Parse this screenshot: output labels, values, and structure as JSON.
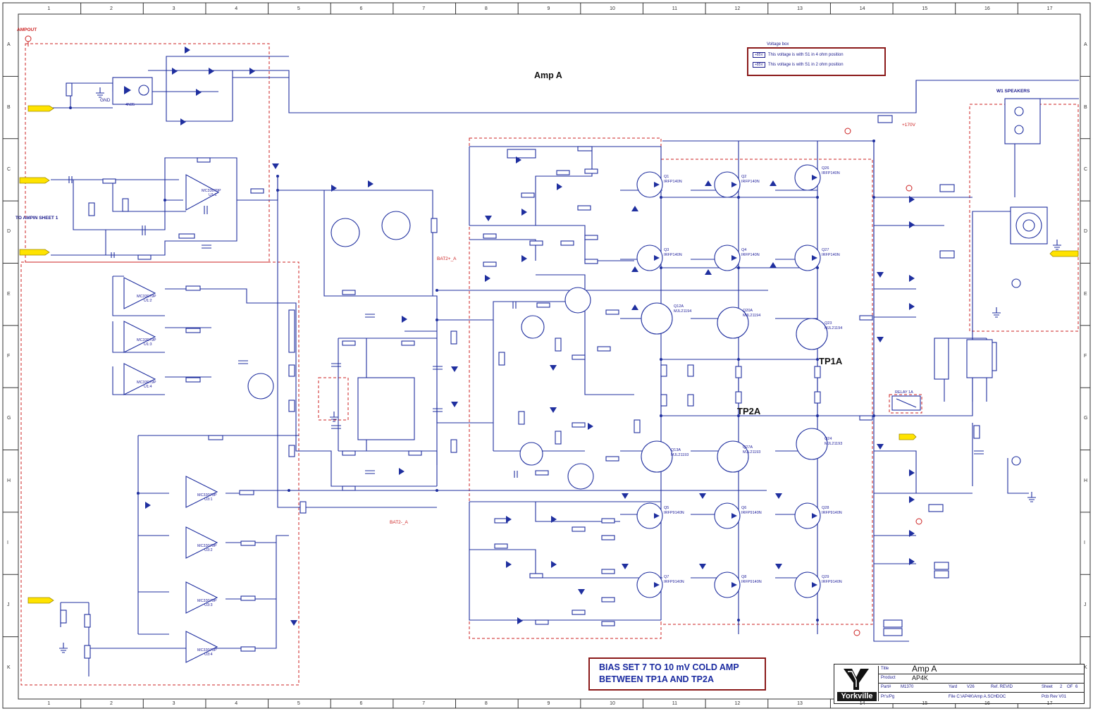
{
  "title_block": {
    "title_label": "Title",
    "title": "Amp A",
    "product_label": "Product",
    "product": "AP4K",
    "logo_text": "Yorkville",
    "row3": [
      "Part#",
      "M1370",
      "Yard",
      "V26",
      "Ref. REVID",
      "Sheet",
      "2",
      "OF",
      "6"
    ],
    "row4": [
      "Pr's/Pg",
      "File C:\\AP4K\\Amp A.SCHDOC",
      "Pcb Rev V01"
    ]
  },
  "annotations": {
    "amp_label": "Amp A",
    "bias_line1": "BIAS SET 7 TO 10 mV COLD AMP",
    "bias_line2": "BETWEEN TP1A AND TP2A",
    "tp1": "TP1A",
    "tp2": "TP2A",
    "to_ampin": "TO AMPIN SHEET 1",
    "ampout": "AMPOUT",
    "speakers": "W1 SPEAKERS",
    "voltage_box_title": "Voltage box",
    "voltage_row1_tag": "+85V",
    "voltage_row1": "This voltage is with S1 in 4 ohm position",
    "voltage_row2_tag": "+85V",
    "voltage_row2": "This voltage is with S1 in 2 ohm position",
    "bat_a": "BAT2+_A",
    "bat_b": "BAT2-_A",
    "vcc": "+170V",
    "gnd": "GND"
  },
  "grid": {
    "columns": [
      "1",
      "2",
      "3",
      "4",
      "5",
      "6",
      "7",
      "8",
      "9",
      "10",
      "11",
      "12",
      "13",
      "14",
      "15",
      "16",
      "17"
    ],
    "rows": [
      "A",
      "B",
      "C",
      "D",
      "E",
      "F",
      "G",
      "H",
      "I",
      "J",
      "K"
    ]
  },
  "components": {
    "opamp_main": "MC33079P",
    "upper_fets": [
      "Q1",
      "Q2",
      "Q26",
      "Q3",
      "Q4",
      "Q27"
    ],
    "lower_fets": [
      "Q5",
      "Q6",
      "Q28",
      "Q7",
      "Q8",
      "Q29"
    ],
    "upper_fet_part": "IRFP140N",
    "lower_fet_part": "IRFP9140N",
    "drivers_top": [
      "Q12A",
      "Q20A",
      "Q23"
    ],
    "drivers_bot": [
      "Q13A",
      "Q27A",
      "Q24"
    ],
    "driver_top_part": "MJL21194",
    "driver_bot_part": "MJL21193",
    "opamp_blocks": [
      "U1:1",
      "U1:2",
      "U1:3",
      "U1:4",
      "U3:1",
      "U3:2",
      "U3:3",
      "U3:4"
    ],
    "relay": "RELAY 1A",
    "coupler": "4N35"
  }
}
